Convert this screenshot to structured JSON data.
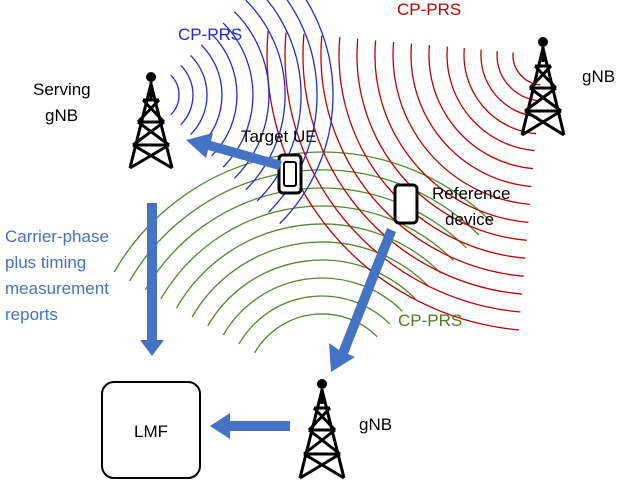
{
  "labels": {
    "cp_prs_blue": "CP-PRS",
    "cp_prs_red": "CP-PRS",
    "cp_prs_green": "CP-PRS",
    "serving_gnb_line1": "Serving",
    "serving_gnb_line2": "gNB",
    "gnb_top_right": "gNB",
    "gnb_bottom": "gNB",
    "target_ue": "Target UE",
    "reference_line1": "Reference",
    "reference_line2": "device",
    "reports_line1": "Carrier-phase",
    "reports_line2": "plus timing",
    "reports_line3": "measurement",
    "reports_line4": "reports",
    "lmf": "LMF"
  },
  "colors": {
    "blue_wave": "#1f2bd6",
    "red_wave": "#c00000",
    "green_wave": "#4f8a2a",
    "arrow": "#4472c4",
    "report_text": "#4472c4",
    "tower": "#000000"
  },
  "icons": [
    "tower-icon",
    "phone-icon",
    "arrow-icon",
    "server-box"
  ]
}
